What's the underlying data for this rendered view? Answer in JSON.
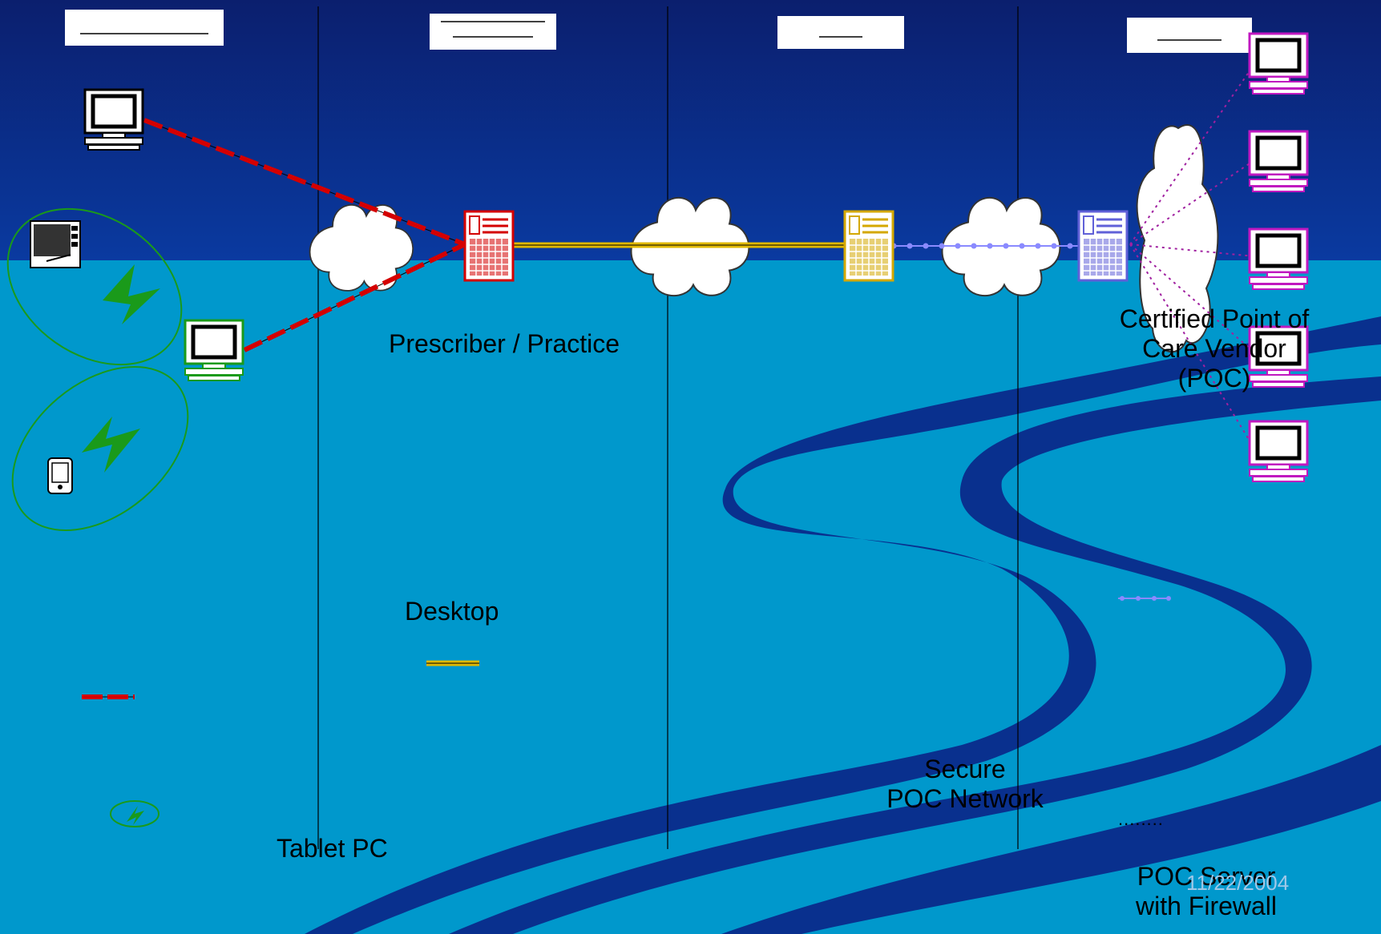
{
  "labels": {
    "prescriber": "Prescriber / Practice",
    "desktop": "Desktop",
    "tablet": "Tablet PC",
    "secure_line1": "Secure",
    "secure_line2": "POC Network",
    "certified_line1": "Certified Point of",
    "certified_line2": "Care Vendor",
    "certified_line3": "(POC)",
    "server_line1": "POC Server",
    "server_line2": "with Firewall",
    "dotted_legend": "........",
    "date": "11/22/2004"
  },
  "colors": {
    "sky_top": "#0b1f6e",
    "sky_bottom": "#0a3aa0",
    "ground": "#0098cc",
    "river": "#0a2a8a",
    "dashed_link": "#d40000",
    "solid_link": "#e0b800",
    "dotted_link": "#8a8aff",
    "vendor_link": "#a020a0",
    "wireless": "#1a9a1a"
  },
  "icons": [
    "desktop-computer-icon",
    "tablet-pc-icon",
    "pda-icon",
    "lightning-icon",
    "cloud-icon",
    "red-server-icon",
    "yellow-server-icon",
    "blue-server-icon",
    "pink-monitor-icon"
  ]
}
